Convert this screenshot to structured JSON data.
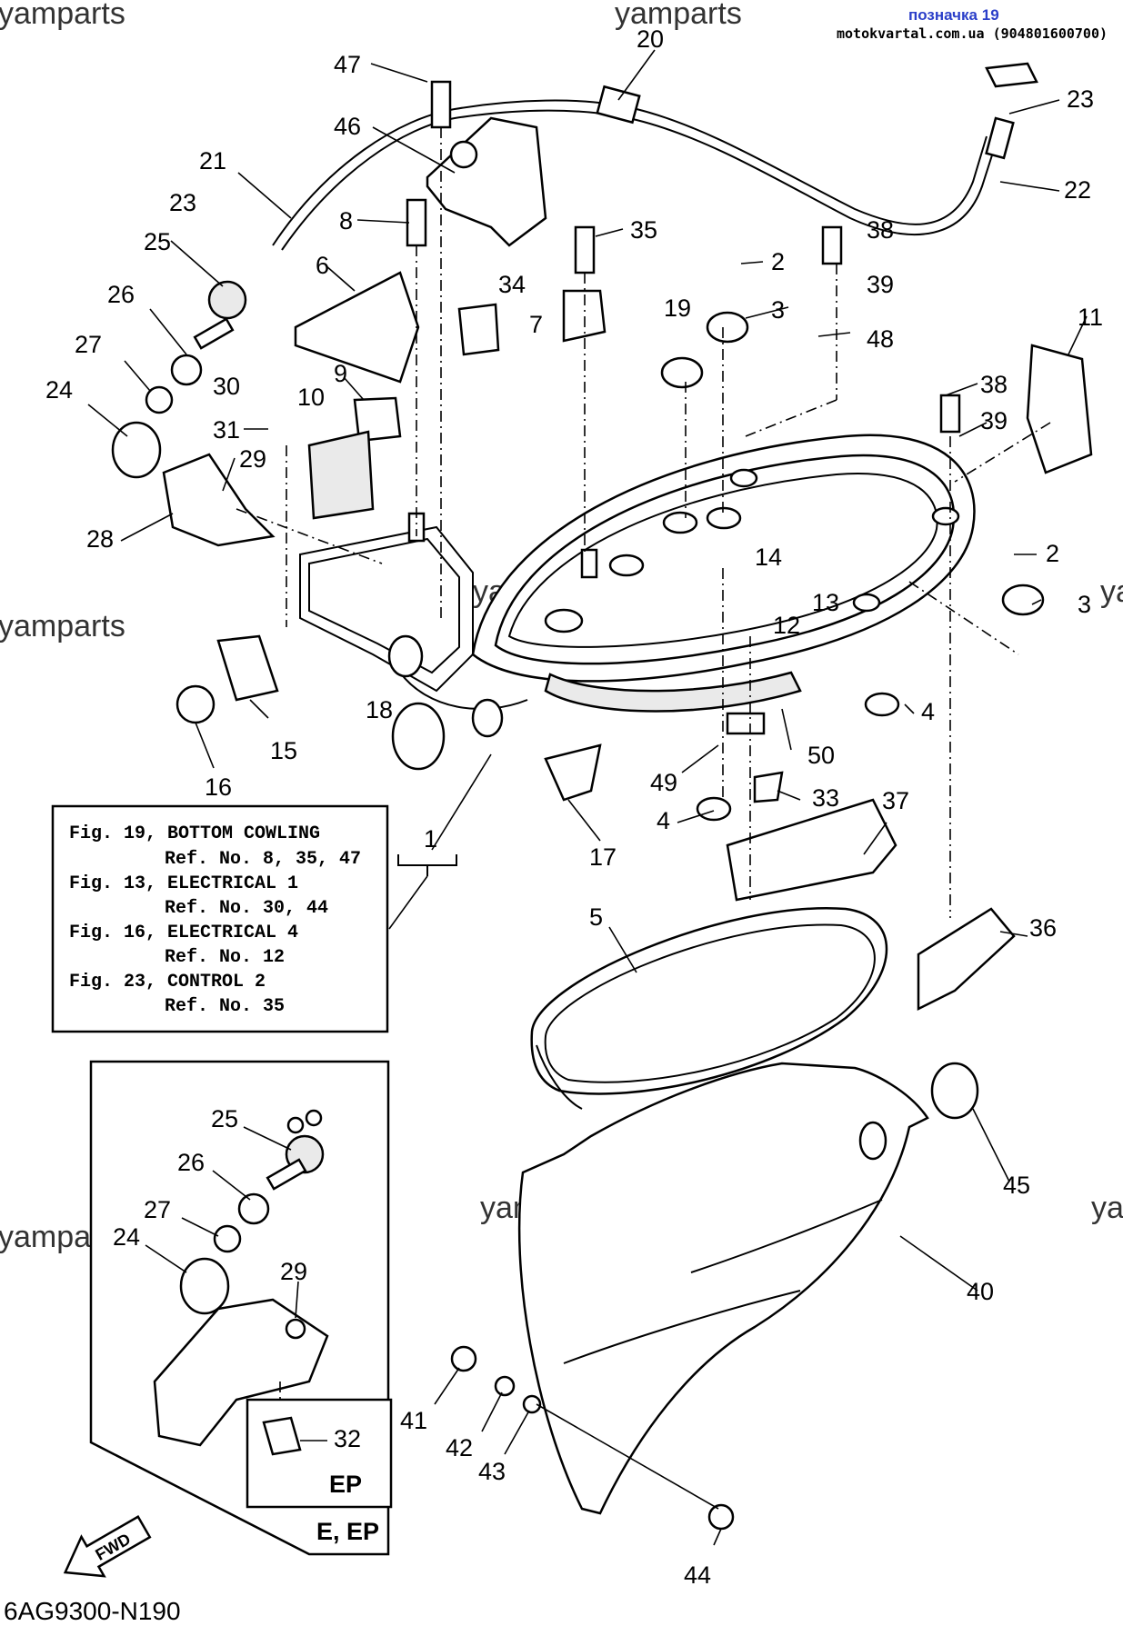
{
  "header": {
    "ref_label": "позначка 19",
    "source": "motokvartal.com.ua (904801600700)"
  },
  "watermarks": [
    "yamparts",
    "yamparts",
    "yamparts",
    "yamparts",
    "yamparts",
    "yamparts",
    "yamparts",
    "yamparts",
    "yamparts",
    "yamparts"
  ],
  "callouts": [
    "47",
    "20",
    "23",
    "46",
    "21",
    "22",
    "23",
    "8",
    "35",
    "38",
    "25",
    "2",
    "39",
    "6",
    "34",
    "7",
    "19",
    "3",
    "48",
    "11",
    "26",
    "27",
    "9",
    "30",
    "10",
    "38",
    "24",
    "31",
    "39",
    "29",
    "28",
    "14",
    "2",
    "13",
    "3",
    "12",
    "18",
    "4",
    "15",
    "16",
    "50",
    "49",
    "33",
    "4",
    "37",
    "17",
    "1",
    "5",
    "36",
    "45",
    "40",
    "41",
    "42",
    "43",
    "44",
    "25",
    "26",
    "27",
    "24",
    "29",
    "32"
  ],
  "reference_box": {
    "lines": [
      "Fig. 19, BOTTOM COWLING",
      "Ref. No. 8, 35, 47",
      "Fig. 13, ELECTRICAL 1",
      "Ref. No. 30, 44",
      "Fig. 16, ELECTRICAL 4",
      "Ref. No. 12",
      "Fig. 23, CONTROL 2",
      "Ref. No. 35"
    ]
  },
  "inset": {
    "ep_label": "EP",
    "variant_label": "E, EP"
  },
  "fwd_label": "FWD",
  "diagram_code": "6AG9300-N190"
}
